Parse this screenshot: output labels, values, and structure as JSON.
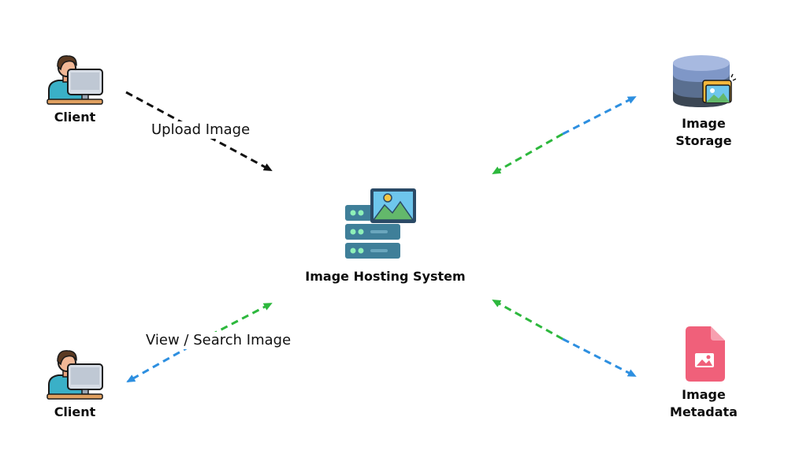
{
  "nodes": {
    "client_top": {
      "label": "Client",
      "icon": "user-at-computer-icon"
    },
    "client_bottom": {
      "label": "Client",
      "icon": "user-at-computer-icon"
    },
    "system": {
      "label": "Image Hosting System",
      "icon": "server-with-image-icon"
    },
    "storage": {
      "label_line1": "Image",
      "label_line2": "Storage",
      "icon": "database-with-photos-icon"
    },
    "metadata": {
      "label_line1": "Image",
      "label_line2": "Metadata",
      "icon": "image-file-icon"
    }
  },
  "edges": {
    "upload": {
      "label": "Upload Image"
    },
    "view_search": {
      "label": "View / Search Image"
    }
  },
  "colors": {
    "black_arrow": "#111111",
    "green_arrow": "#2db83d",
    "blue_arrow": "#2d8fe0",
    "file_pink": "#f0607a"
  }
}
